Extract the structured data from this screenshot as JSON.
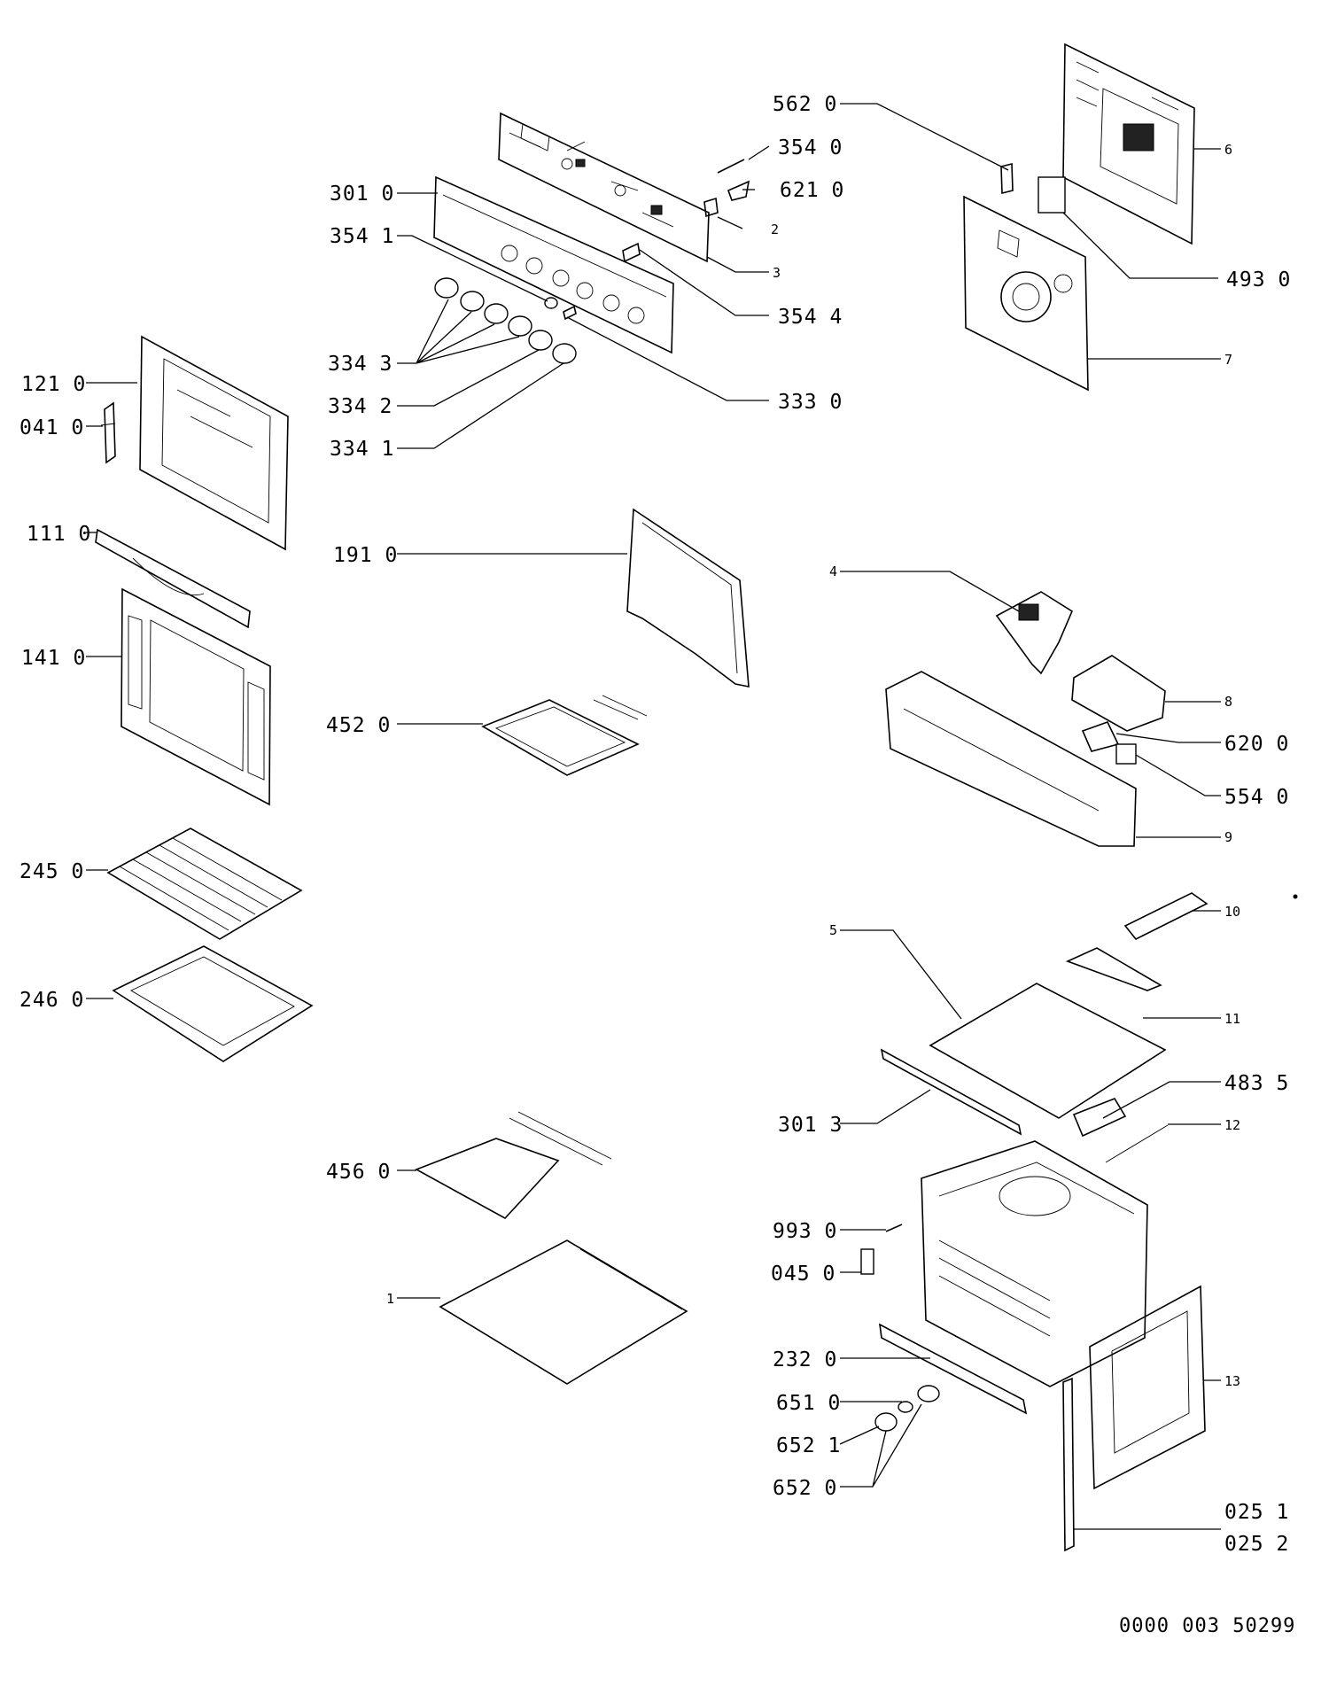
{
  "labels": [
    {
      "code": "562",
      "suffix": "0"
    },
    {
      "code": "354",
      "suffix": "0"
    },
    {
      "code": "621",
      "suffix": "0"
    },
    {
      "code": "301",
      "suffix": "0"
    },
    {
      "code": "354",
      "suffix": "1"
    },
    {
      "code": "354",
      "suffix": "4"
    },
    {
      "code": "334",
      "suffix": "3"
    },
    {
      "code": "334",
      "suffix": "2"
    },
    {
      "code": "334",
      "suffix": "1"
    },
    {
      "code": "333",
      "suffix": "0"
    },
    {
      "code": "121",
      "suffix": "0"
    },
    {
      "code": "041",
      "suffix": "0"
    },
    {
      "code": "111",
      "suffix": "0"
    },
    {
      "code": "141",
      "suffix": "0"
    },
    {
      "code": "191",
      "suffix": "0"
    },
    {
      "code": "452",
      "suffix": "0"
    },
    {
      "code": "245",
      "suffix": "0"
    },
    {
      "code": "246",
      "suffix": "0"
    },
    {
      "code": "456",
      "suffix": "0"
    },
    {
      "code": "493",
      "suffix": "0"
    },
    {
      "code": "620",
      "suffix": "0"
    },
    {
      "code": "554",
      "suffix": "0"
    },
    {
      "code": "483",
      "suffix": "5"
    },
    {
      "code": "301",
      "suffix": "3"
    },
    {
      "code": "993",
      "suffix": "0"
    },
    {
      "code": "045",
      "suffix": "0"
    },
    {
      "code": "232",
      "suffix": "0"
    },
    {
      "code": "651",
      "suffix": "0"
    },
    {
      "code": "652",
      "suffix": "1"
    },
    {
      "code": "652",
      "suffix": "0"
    },
    {
      "code": "025",
      "suffix": "1"
    },
    {
      "code": "025",
      "suffix": "2"
    }
  ],
  "callouts": [
    "2",
    "3",
    "6",
    "7",
    "4",
    "8",
    "9",
    "10",
    "5",
    "11",
    "12",
    "1",
    "13"
  ],
  "drawing_code": "0000 003 50299"
}
